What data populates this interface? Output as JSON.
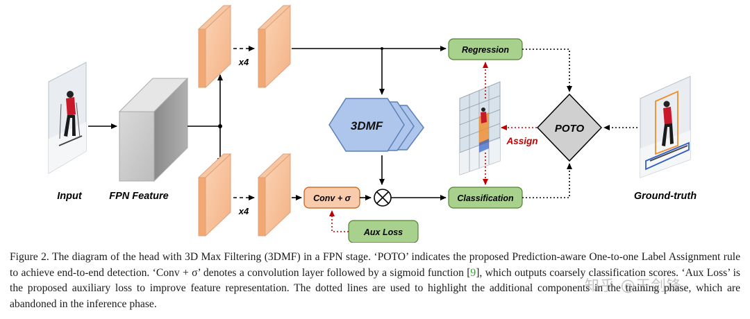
{
  "labels": {
    "input": "Input",
    "fpn_feature": "FPN Feature",
    "x4_top": "x4",
    "x4_bottom": "x4",
    "dmf": "3DMF",
    "regression": "Regression",
    "classification": "Classification",
    "conv_sigma": "Conv + σ",
    "aux_loss": "Aux Loss",
    "assign": "Assign",
    "poto": "POTO",
    "ground_truth": "Ground-truth"
  },
  "colors": {
    "feature_orange": "#f7c19e",
    "fpn_gray": "#c9c9c9",
    "dmf_blue": "#aec6ec",
    "green_box": "#a9d18e",
    "green_border": "#548235",
    "conv_box": "#f8cbad",
    "poto_gray": "#d0d0d0",
    "assign_red": "#c00000"
  },
  "caption": {
    "part1": "Figure 2. The diagram of the head with 3D Max Filtering (3DMF) in a FPN stage. ‘POTO’ indicates the proposed Prediction-aware One-to-one Label Assignment rule to achieve end-to-end detection. ‘Conv + σ’ denotes a convolution layer followed by a sigmoid function [",
    "cite": "9",
    "part2": "], which outputs coarsely classification scores. ‘Aux Loss’ is the proposed auxiliary loss to improve feature representation. The dotted lines are used to highlight the additional components in the training phase, which are abandoned in the inference phase."
  },
  "watermark": "知乎 @王剑锋"
}
